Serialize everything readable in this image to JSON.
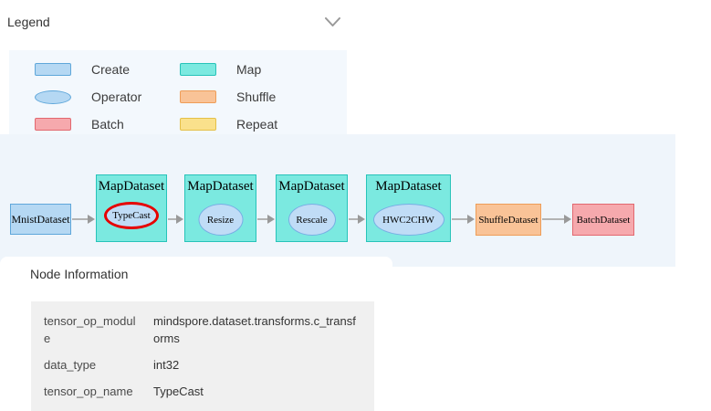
{
  "legend": {
    "title": "Legend",
    "items": [
      {
        "label": "Create",
        "shape": "rect",
        "fill": "#b5d8f3",
        "border": "#5fa7da"
      },
      {
        "label": "Map",
        "shape": "rect",
        "fill": "#7be9e0",
        "border": "#27c3b9"
      },
      {
        "label": "Operator",
        "shape": "ellipse",
        "fill": "#b5d8f3",
        "border": "#5fa7da"
      },
      {
        "label": "Shuffle",
        "shape": "rect",
        "fill": "#f9c397",
        "border": "#ee9d58"
      },
      {
        "label": "Batch",
        "shape": "rect",
        "fill": "#f6a9ad",
        "border": "#e2686f"
      },
      {
        "label": "Repeat",
        "shape": "rect",
        "fill": "#fae18c",
        "border": "#e5c048"
      }
    ]
  },
  "graph": {
    "selected_operator": "TypeCast",
    "selection_highlight_color": "#e60000",
    "nodes": [
      {
        "type": "create",
        "label": "MnistDataset"
      },
      {
        "type": "map",
        "label": "MapDataset",
        "op": "TypeCast",
        "selected": true
      },
      {
        "type": "map",
        "label": "MapDataset",
        "op": "Resize"
      },
      {
        "type": "map",
        "label": "MapDataset",
        "op": "Rescale"
      },
      {
        "type": "map",
        "label": "MapDataset",
        "op": "HWC2CHW"
      },
      {
        "type": "shuffle",
        "label": "ShuffleDataset"
      },
      {
        "type": "batch",
        "label": "BatchDataset"
      }
    ]
  },
  "node_info": {
    "title": "Node Information",
    "rows": [
      {
        "key": "tensor_op_module",
        "value": "mindspore.dataset.transforms.c_transforms"
      },
      {
        "key": "data_type",
        "value": "int32"
      },
      {
        "key": "tensor_op_name",
        "value": "TypeCast"
      }
    ]
  }
}
